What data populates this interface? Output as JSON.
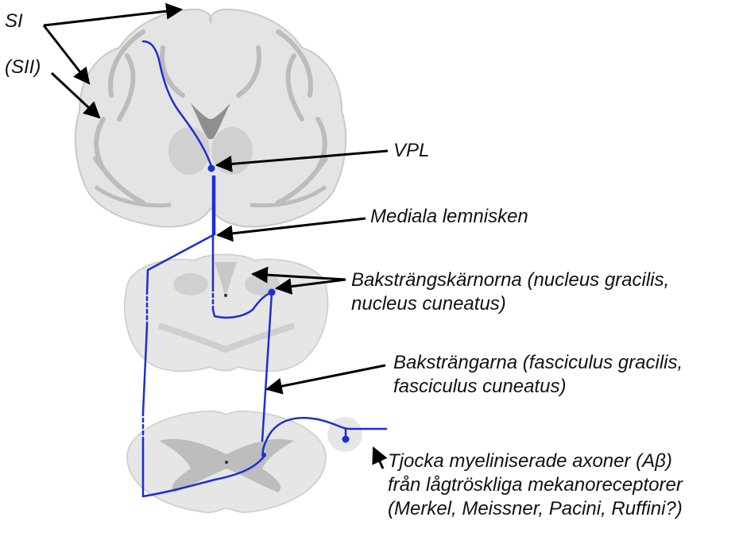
{
  "labels": {
    "si": "SI",
    "sii": "(SII)",
    "vpl": "VPL",
    "medial_lemniscus": "Mediala lemnisken",
    "dorsal_column_nuclei": [
      "Baksträngskärnorna (nucleus gracilis,",
      "nucleus cuneatus)"
    ],
    "dorsal_columns": [
      "Baksträngarna (fasciculus gracilis,",
      "fasciculus cuneatus)"
    ],
    "axons": [
      "Tjocka myeliniserade axoner (Aβ)",
      "från lågtröskliga mekanoreceptorer",
      "(Merkel, Meissner, Pacini, Ruffini?)"
    ]
  },
  "colors": {
    "pathway": "#1a2fd4",
    "tissue": "#e6e6e6",
    "tissue_dark": "#bdbdbd",
    "arrow": "#000000"
  }
}
